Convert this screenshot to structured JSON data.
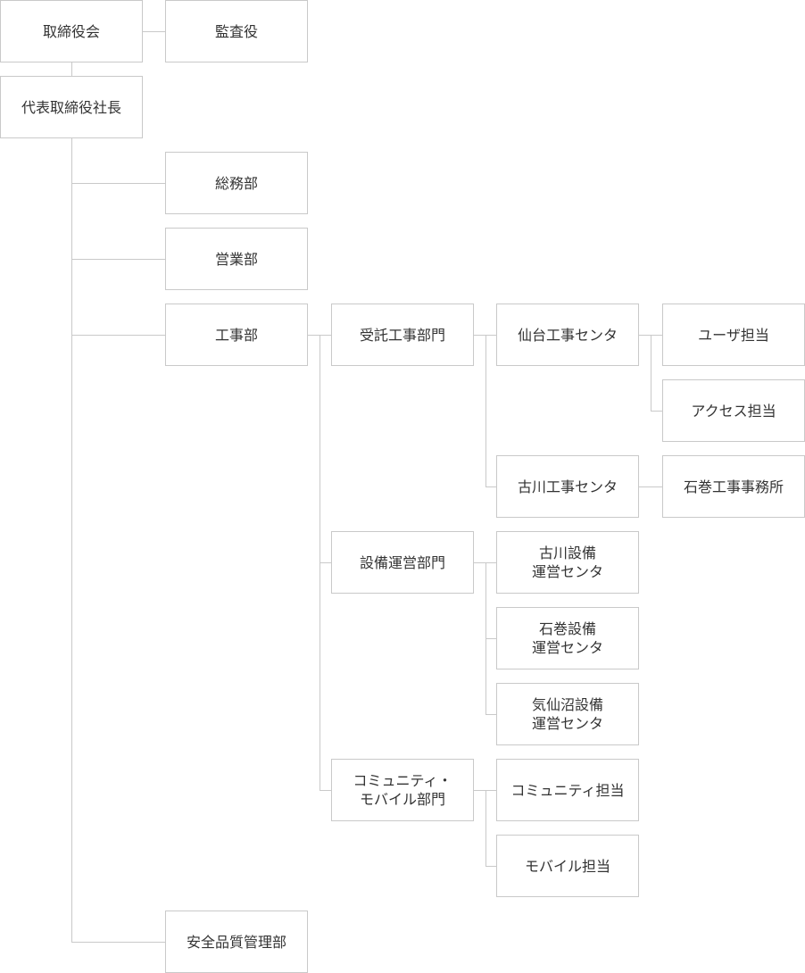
{
  "nodes": {
    "board": "取締役会",
    "auditor": "監査役",
    "president": "代表取締役社長",
    "general_affairs": "総務部",
    "sales": "営業部",
    "construction": "工事部",
    "contract_construction": "受託工事部門",
    "sendai_center": "仙台工事センタ",
    "user_support": "ユーザ担当",
    "access_support": "アクセス担当",
    "furukawa_center": "古川工事センタ",
    "ishinomaki_office": "石巻工事事務所",
    "facility_operations": "設備運営部門",
    "furukawa_facility": "古川設備\n運営センタ",
    "ishinomaki_facility": "石巻設備\n運営センタ",
    "kesennuma_facility": "気仙沼設備\n運営センタ",
    "community_mobile": "コミュニティ・\nモバイル部門",
    "community_support": "コミュニティ担当",
    "mobile_support": "モバイル担当",
    "safety_quality": "安全品質管理部"
  }
}
